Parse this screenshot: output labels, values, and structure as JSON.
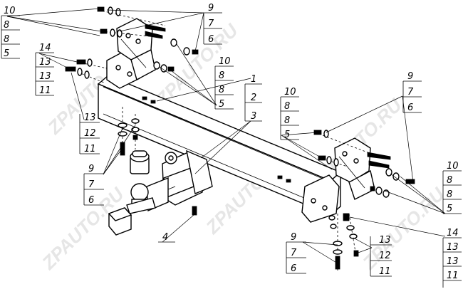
{
  "watermark": "ZPAUTO.RU",
  "callouts": {
    "top_left_stack": [
      "10",
      "8",
      "8",
      "5"
    ],
    "left_mid_stack": [
      "14",
      "13",
      "13",
      "11"
    ],
    "left_low_stack": [
      "13",
      "12",
      "11"
    ],
    "left_bottom_stack": [
      "9",
      "7",
      "6"
    ],
    "top_center_stack": [
      "9",
      "7",
      "6"
    ],
    "center_mid_stack": [
      "10",
      "8",
      "8",
      "5"
    ],
    "center_main_stack": [
      "1",
      "2",
      "3"
    ],
    "right_mid_stack": [
      "10",
      "8",
      "8",
      "5"
    ],
    "right_top_stack": [
      "9",
      "7",
      "6"
    ],
    "right_side_stack": [
      "10",
      "8",
      "8",
      "5"
    ],
    "bottom_center_stack": [
      "9",
      "7",
      "6"
    ],
    "bottom_mid_stack": [
      "13",
      "12",
      "11"
    ],
    "bottom_right_stack": [
      "14",
      "13",
      "13",
      "11"
    ],
    "single_bottom": "4"
  }
}
